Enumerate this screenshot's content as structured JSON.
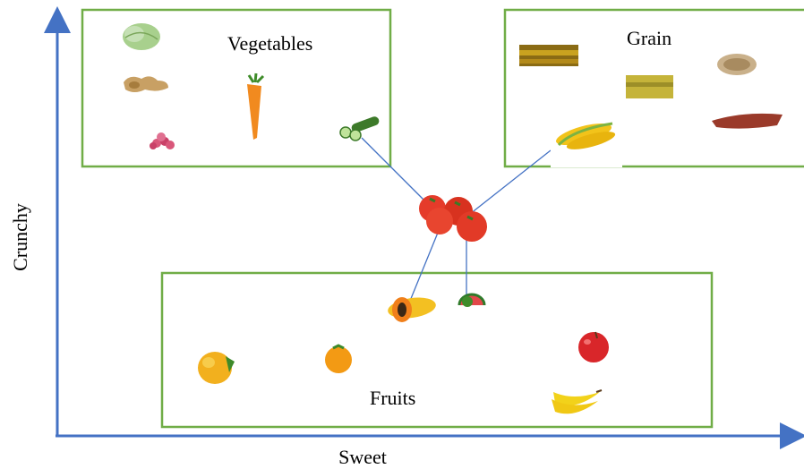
{
  "axes": {
    "x_label": "Sweet",
    "y_label": "Crunchy",
    "color": "#4472C4"
  },
  "groups": {
    "vegetables": {
      "title": "Vegetables",
      "items": [
        "cabbage-icon",
        "ginger-icon",
        "carrot-icon",
        "shallots-icon",
        "cucumber-icon"
      ]
    },
    "grain": {
      "title": "Grain",
      "items": [
        "millet-icon",
        "rice-field-icon",
        "oats-icon",
        "red-rice-icon",
        "corn-icon"
      ]
    },
    "fruits": {
      "title": "Fruits",
      "items": [
        "papaya-icon",
        "watermelon-icon",
        "mango-icon",
        "orange-icon",
        "apple-icon",
        "banana-icon"
      ]
    }
  },
  "center_item": "tomato-icon",
  "colors": {
    "box_border": "#70AD47",
    "connector": "#4472C4"
  }
}
